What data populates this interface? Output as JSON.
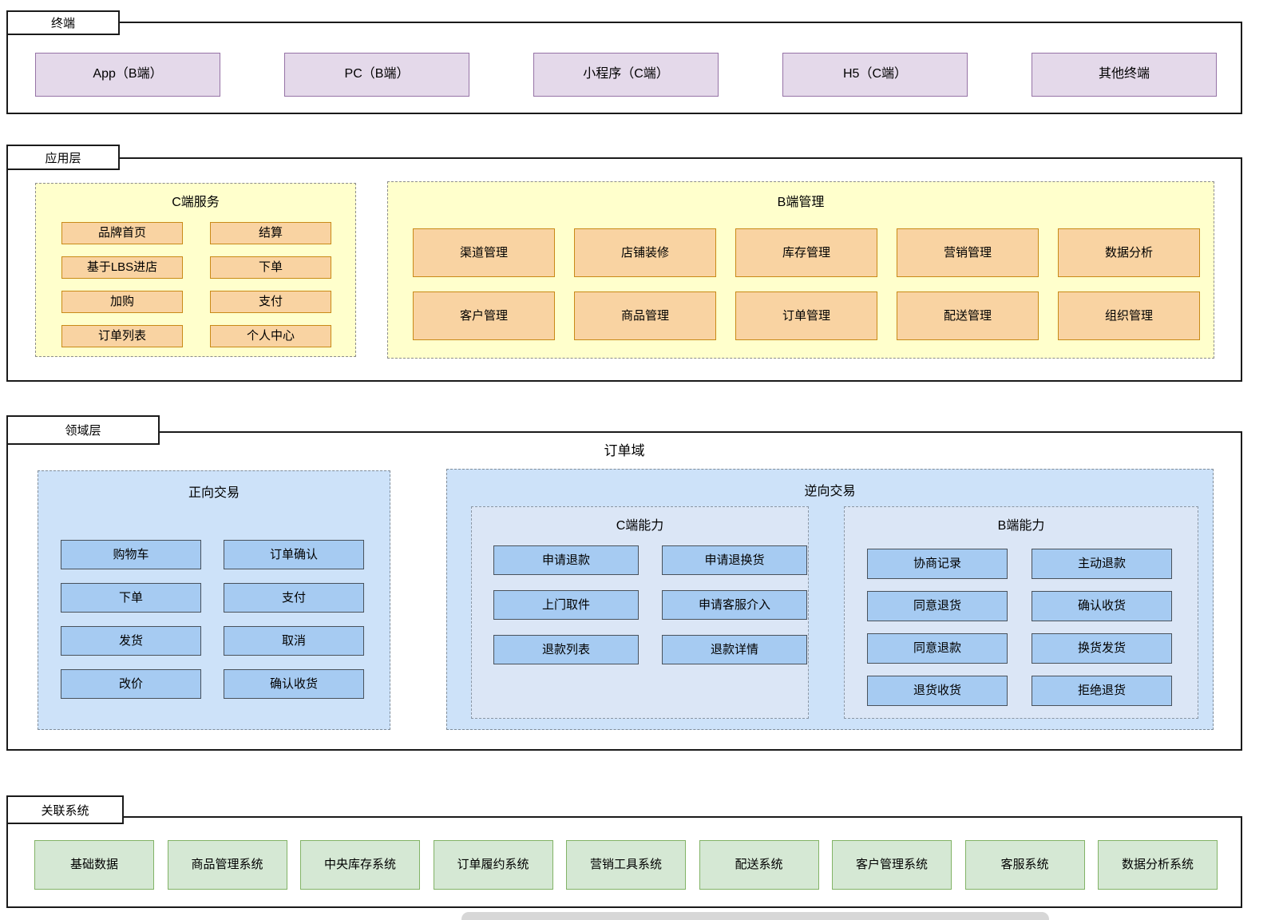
{
  "diagram": {
    "terminal": {
      "tab": "终端",
      "boxes": [
        "App（B端）",
        "PC（B端）",
        "小程序（C端）",
        "H5（C端）",
        "其他终端"
      ]
    },
    "application": {
      "tab": "应用层",
      "c_services": {
        "title": "C端服务",
        "boxes": [
          "品牌首页",
          "结算",
          "基于LBS进店",
          "下单",
          "加购",
          "支付",
          "订单列表",
          "个人中心"
        ]
      },
      "b_management": {
        "title": "B端管理",
        "boxes": [
          "渠道管理",
          "店铺装修",
          "库存管理",
          "营销管理",
          "数据分析",
          "客户管理",
          "商品管理",
          "订单管理",
          "配送管理",
          "组织管理"
        ]
      }
    },
    "domain": {
      "tab": "领域层",
      "title": "订单域",
      "forward": {
        "title": "正向交易",
        "boxes": [
          "购物车",
          "订单确认",
          "下单",
          "支付",
          "发货",
          "取消",
          "改价",
          "确认收货"
        ]
      },
      "reverse": {
        "title": "逆向交易",
        "c_ability": {
          "title": "C端能力",
          "boxes": [
            "申请退款",
            "申请退换货",
            "上门取件",
            "申请客服介入",
            "退款列表",
            "退款详情"
          ]
        },
        "b_ability": {
          "title": "B端能力",
          "boxes": [
            "协商记录",
            "主动退款",
            "同意退货",
            "确认收货",
            "同意退款",
            "换货发货",
            "退货收货",
            "拒绝退货"
          ]
        }
      }
    },
    "related_systems": {
      "tab": "关联系统",
      "boxes": [
        "基础数据",
        "商品管理系统",
        "中央库存系统",
        "订单履约系统",
        "营销工具系统",
        "配送系统",
        "客户管理系统",
        "客服系统",
        "数据分析系统"
      ]
    },
    "colors": {
      "frame_border": "#1A1A1A",
      "terminal_box_fill": "#E4D9EA",
      "terminal_box_border": "#9673A6",
      "app_panel_fill": "#FFFFCC",
      "app_box_fill": "#F9D3A2",
      "app_box_border": "#C98A17",
      "domain_panel_fill": "#CDE2F9",
      "domain_inner_panel_fill": "#DBE6F6",
      "domain_box_fill": "#A6CBF2",
      "domain_box_border": "#49525C",
      "related_box_fill": "#D5E8D4",
      "related_box_border": "#82B366",
      "scrollbar_thumb": "#D7D7D7"
    }
  }
}
